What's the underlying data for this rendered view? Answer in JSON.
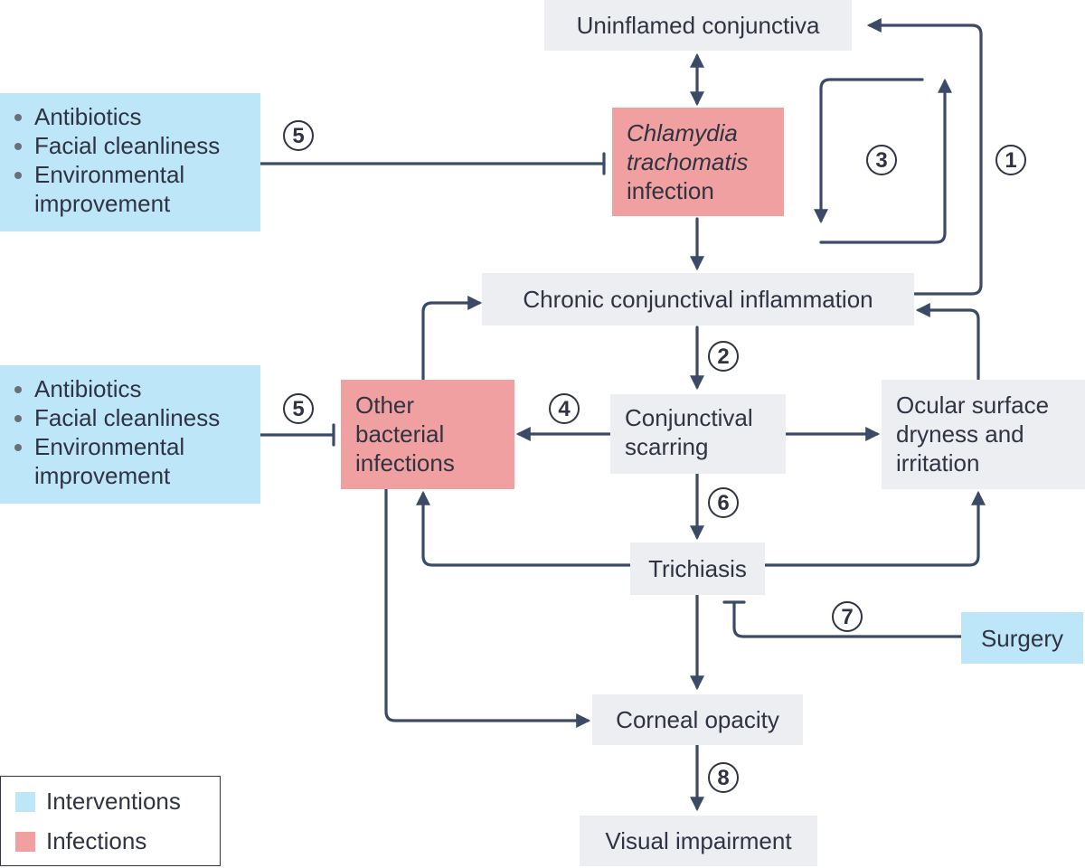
{
  "nodes": {
    "uninflamed": "Uninflamed conjunctiva",
    "chlamydia": [
      "Chlamydia",
      "trachomatis",
      "infection"
    ],
    "chronic": "Chronic conjunctival inflammation",
    "scarring": [
      "Conjunctival",
      "scarring"
    ],
    "other_bacterial": [
      "Other",
      "bacterial",
      "infections"
    ],
    "ocular": [
      "Ocular surface",
      "dryness and",
      "irritation"
    ],
    "trichiasis": "Trichiasis",
    "surgery": "Surgery",
    "corneal": "Corneal opacity",
    "visual": "Visual impairment"
  },
  "interventions_top": [
    "Antibiotics",
    "Facial cleanliness",
    "Environmental",
    "improvement"
  ],
  "interventions_mid": [
    "Antibiotics",
    "Facial cleanliness",
    "Environmental",
    "improvement"
  ],
  "steps": {
    "s1": "1",
    "s2": "2",
    "s3": "3",
    "s4": "4",
    "s5a": "5",
    "s5b": "5",
    "s6": "6",
    "s7": "7",
    "s8": "8"
  },
  "legend": {
    "interventions": "Interventions",
    "infections": "Infections"
  },
  "colors": {
    "intervention": "#bde6f8",
    "infection": "#f0a0a0",
    "node": "#eceef2",
    "arrow": "#3b4a66"
  }
}
